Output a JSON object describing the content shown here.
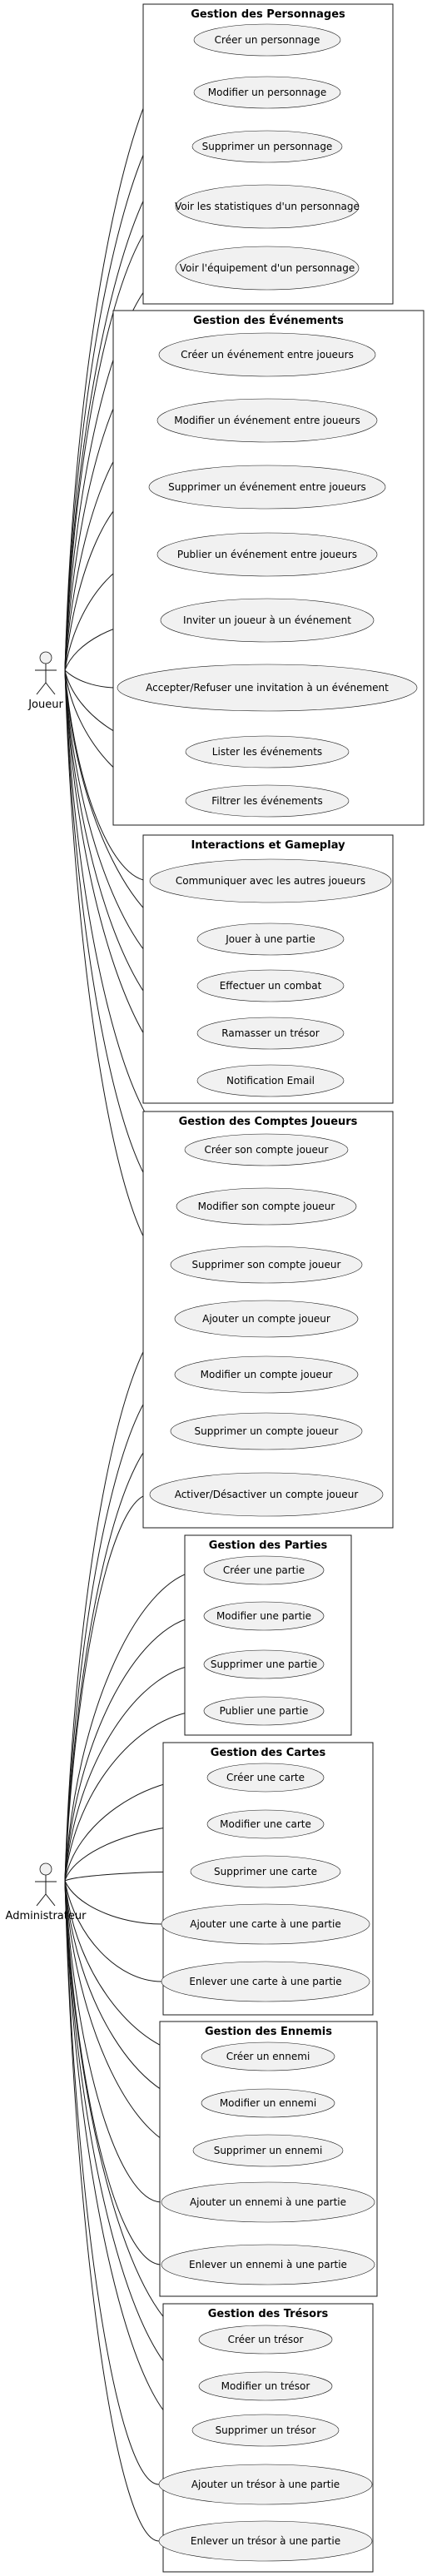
{
  "actors": [
    {
      "id": "joueur",
      "label": "Joueur"
    },
    {
      "id": "admin",
      "label": "Administrateur"
    }
  ],
  "packages": [
    {
      "id": "personnages",
      "title": "Gestion des Personnages",
      "use_cases": [
        "Créer un personnage",
        "Modifier un personnage",
        "Supprimer un personnage",
        "Voir les statistiques d'un personnage",
        "Voir l'équipement d'un personnage"
      ]
    },
    {
      "id": "evenements",
      "title": "Gestion des Événements",
      "use_cases": [
        "Créer un événement entre joueurs",
        "Modifier un événement entre joueurs",
        "Supprimer un événement entre joueurs",
        "Publier un événement entre joueurs",
        "Inviter un joueur à un événement",
        "Accepter/Refuser une invitation à un événement",
        "Lister les événements",
        "Filtrer les événements"
      ]
    },
    {
      "id": "interactions",
      "title": "Interactions et Gameplay",
      "use_cases": [
        "Communiquer avec les autres joueurs",
        "Jouer à une partie",
        "Effectuer un combat",
        "Ramasser un trésor",
        "Notification Email"
      ]
    },
    {
      "id": "comptes",
      "title": "Gestion des Comptes Joueurs",
      "use_cases": [
        "Créer son compte joueur",
        "Modifier son compte joueur",
        "Supprimer son compte joueur",
        "Ajouter un compte joueur",
        "Modifier un compte joueur",
        "Supprimer un compte joueur",
        "Activer/Désactiver un compte joueur"
      ]
    },
    {
      "id": "parties",
      "title": "Gestion des Parties",
      "use_cases": [
        "Créer une partie",
        "Modifier une partie",
        "Supprimer une partie",
        "Publier une partie"
      ]
    },
    {
      "id": "cartes",
      "title": "Gestion des Cartes",
      "use_cases": [
        "Créer une carte",
        "Modifier une carte",
        "Supprimer une carte",
        "Ajouter une carte à une partie",
        "Enlever une carte à une partie"
      ]
    },
    {
      "id": "ennemis",
      "title": "Gestion des Ennemis",
      "use_cases": [
        "Créer un ennemi",
        "Modifier un ennemi",
        "Supprimer un ennemi",
        "Ajouter un ennemi à une partie",
        "Enlever un ennemi à une partie"
      ]
    },
    {
      "id": "tresors",
      "title": "Gestion des Trésors",
      "use_cases": [
        "Créer un trésor",
        "Modifier un trésor",
        "Supprimer un trésor",
        "Ajouter un trésor à une partie",
        "Enlever un trésor à une partie"
      ]
    }
  ],
  "associations": {
    "joueur": [
      "personnages.0",
      "personnages.1",
      "personnages.2",
      "personnages.3",
      "personnages.4",
      "evenements.0",
      "evenements.1",
      "evenements.2",
      "evenements.3",
      "evenements.4",
      "evenements.5",
      "evenements.6",
      "evenements.7",
      "interactions.0",
      "interactions.1",
      "interactions.2",
      "interactions.3",
      "interactions.4",
      "comptes.0",
      "comptes.1",
      "comptes.2"
    ],
    "admin": [
      "comptes.3",
      "comptes.4",
      "comptes.5",
      "comptes.6",
      "parties.0",
      "parties.1",
      "parties.2",
      "parties.3",
      "cartes.0",
      "cartes.1",
      "cartes.2",
      "cartes.3",
      "cartes.4",
      "ennemis.0",
      "ennemis.1",
      "ennemis.2",
      "ennemis.3",
      "ennemis.4",
      "tresors.0",
      "tresors.1",
      "tresors.2",
      "tresors.3",
      "tresors.4"
    ]
  }
}
